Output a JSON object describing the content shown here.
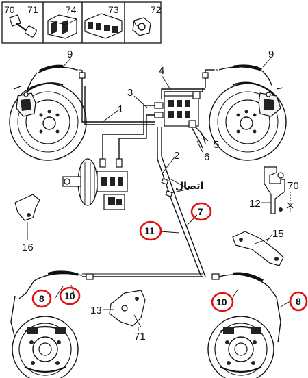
{
  "parts_box": {
    "cells": [
      {
        "numbers": [
          "70",
          "71"
        ],
        "icon": "bolt-icon"
      },
      {
        "numbers": [
          "74"
        ],
        "icon": "clip-icon"
      },
      {
        "numbers": [
          "73"
        ],
        "icon": "clip-strip-icon"
      },
      {
        "numbers": [
          "72"
        ],
        "icon": "nut-icon"
      }
    ]
  },
  "callouts": {
    "n1": "1",
    "n2": "2",
    "n3": "3",
    "n4": "4",
    "n5": "5",
    "n6": "6",
    "n9_left": "9",
    "n9_right": "9",
    "n12": "12",
    "n13": "13",
    "n15": "15",
    "n16": "16",
    "n70": "70",
    "n71": "71"
  },
  "highlighted_callouts": {
    "n7": "7",
    "n11": "11",
    "n8_left": "8",
    "n10_left": "10",
    "n10_right": "10",
    "n8_right": "8"
  },
  "annotation_text": "اتصال",
  "colors": {
    "highlight": "#e01010",
    "ink": "#111111"
  }
}
